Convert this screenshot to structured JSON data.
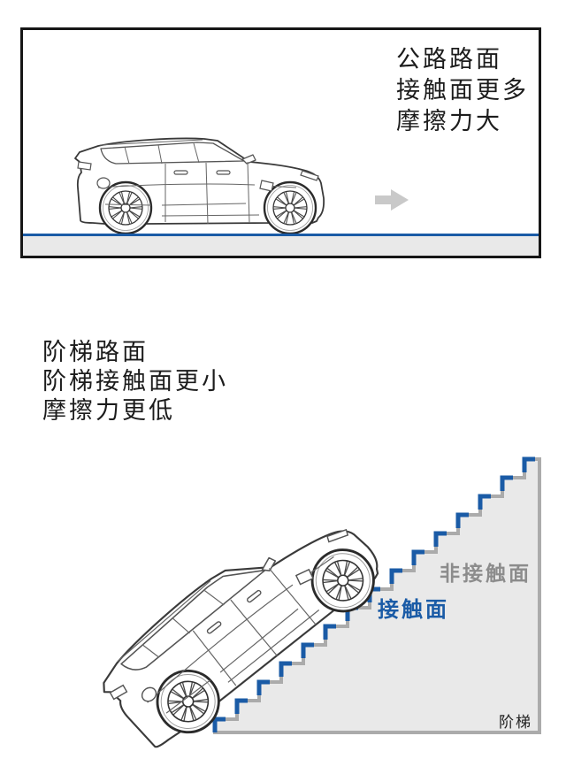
{
  "page": {
    "background": "#ffffff"
  },
  "colors": {
    "accent_blue": "#1a5ba6",
    "stair_fill": "#e9e9e9",
    "stair_edge": "#ababab",
    "gray_label": "#8c8c8c",
    "frame_border": "#161616",
    "arrow_gray": "#c9c9c9",
    "car_line": "#3a3a3a",
    "text_dark": "#1c1c1c"
  },
  "top_panel": {
    "caption_lines": [
      "公路路面",
      "接触面更多",
      "摩擦力大"
    ],
    "arrow_icon": "right-block-arrow",
    "vehicle_icon": "suv-side-outline",
    "road": {
      "line_color": "#1a5ba6",
      "surface_color": "#e9e9e9"
    }
  },
  "bottom_section": {
    "caption_lines": [
      "阶梯路面",
      "阶梯接触面更小",
      "摩擦力更低"
    ],
    "labels": {
      "non_contact": "非接触面",
      "contact": "接触面",
      "stairs": "阶梯"
    },
    "vehicle_icon": "suv-climbing-outline",
    "stairs": {
      "step_count": 15,
      "fill": "#e9e9e9",
      "edge": "#ababab",
      "contact_mark_color": "#1a5ba6"
    }
  }
}
